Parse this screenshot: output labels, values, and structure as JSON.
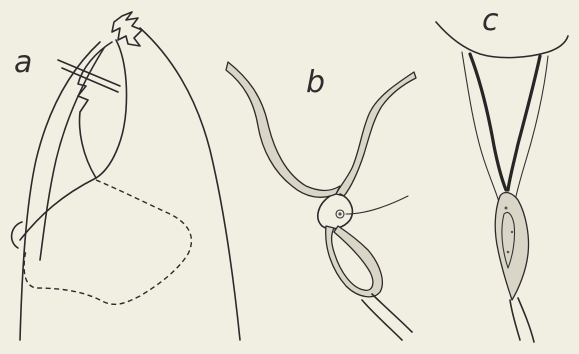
{
  "figure": {
    "background_color": "#f1eee2",
    "ink_color": "#2b2b2b",
    "panels": [
      {
        "label": "a"
      },
      {
        "label": "b"
      },
      {
        "label": "c"
      }
    ]
  }
}
